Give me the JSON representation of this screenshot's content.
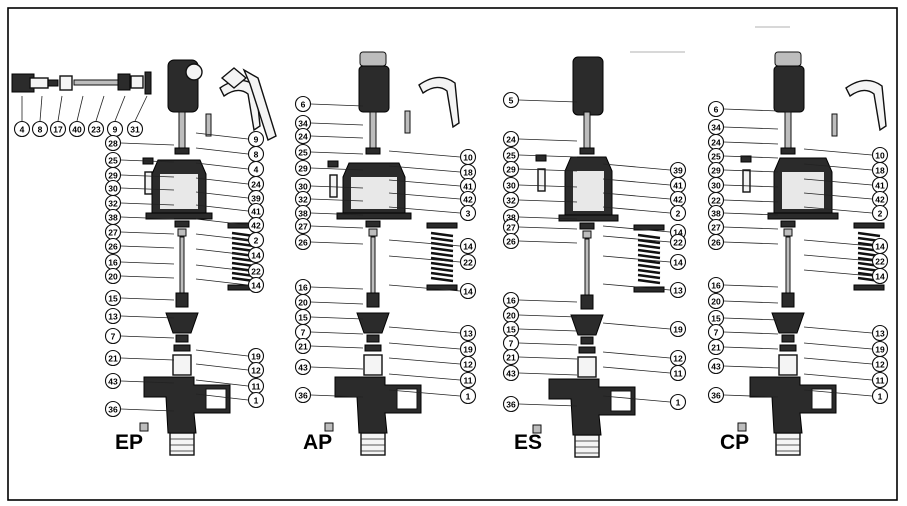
{
  "diagram": {
    "frame_color": "#000000",
    "variants": [
      {
        "label": "EP",
        "callouts_left": [
          "4",
          "8",
          "17",
          "40",
          "23",
          "9",
          "31",
          "28",
          "25",
          "29",
          "30",
          "32",
          "38",
          "27",
          "26",
          "16",
          "20",
          "15",
          "13",
          "7",
          "21",
          "43",
          "36"
        ],
        "callouts_right": [
          "9",
          "8",
          "4",
          "24",
          "39",
          "41",
          "42",
          "2",
          "14",
          "22",
          "14",
          "19",
          "12",
          "11",
          "1"
        ]
      },
      {
        "label": "AP",
        "callouts_left": [
          "6",
          "34",
          "24",
          "25",
          "29",
          "30",
          "32",
          "38",
          "27",
          "26",
          "16",
          "20",
          "15",
          "7",
          "21",
          "43",
          "36"
        ],
        "callouts_right": [
          "10",
          "18",
          "41",
          "42",
          "3",
          "14",
          "22",
          "14",
          "13",
          "19",
          "12",
          "11",
          "1"
        ]
      },
      {
        "label": "ES",
        "callouts_left": [
          "5",
          "24",
          "25",
          "29",
          "30",
          "32",
          "38",
          "27",
          "26",
          "16",
          "20",
          "15",
          "7",
          "21",
          "43",
          "36"
        ],
        "callouts_right": [
          "39",
          "41",
          "42",
          "2",
          "14",
          "22",
          "14",
          "13",
          "19",
          "12",
          "11",
          "1"
        ]
      },
      {
        "label": "CP",
        "callouts_left": [
          "6",
          "34",
          "24",
          "25",
          "29",
          "30",
          "22",
          "38",
          "27",
          "26",
          "16",
          "20",
          "15",
          "7",
          "21",
          "43",
          "36"
        ],
        "callouts_right": [
          "10",
          "18",
          "41",
          "42",
          "2",
          "14",
          "22",
          "14",
          "13",
          "19",
          "12",
          "11",
          "1"
        ]
      }
    ]
  }
}
